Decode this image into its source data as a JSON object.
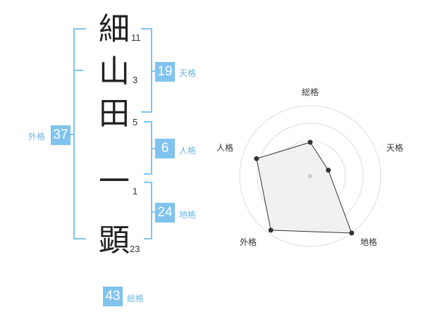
{
  "name": {
    "chars": [
      {
        "char": "細",
        "strokes": "11"
      },
      {
        "char": "山",
        "strokes": "3"
      },
      {
        "char": "田",
        "strokes": "5"
      },
      {
        "char": "一",
        "strokes": "1"
      },
      {
        "char": "顕",
        "strokes": "23"
      }
    ]
  },
  "fortunes": {
    "tenkaku": {
      "value": "19",
      "label": "天格"
    },
    "jinkaku": {
      "value": "6",
      "label": "人格"
    },
    "chikaku": {
      "value": "24",
      "label": "地格"
    },
    "gaikaku": {
      "value": "37",
      "label": "外格"
    },
    "soukaku": {
      "value": "43",
      "label": "総格"
    }
  },
  "chart_data": {
    "type": "radar",
    "axes": [
      "総格",
      "天格",
      "地格",
      "外格",
      "人格"
    ],
    "values": [
      0.48,
      0.27,
      1.0,
      0.95,
      0.8
    ],
    "max": 1.0,
    "rings": 4,
    "fill_color": "#efefef",
    "ring_color": "#dddddd",
    "line_color": "#333333"
  }
}
